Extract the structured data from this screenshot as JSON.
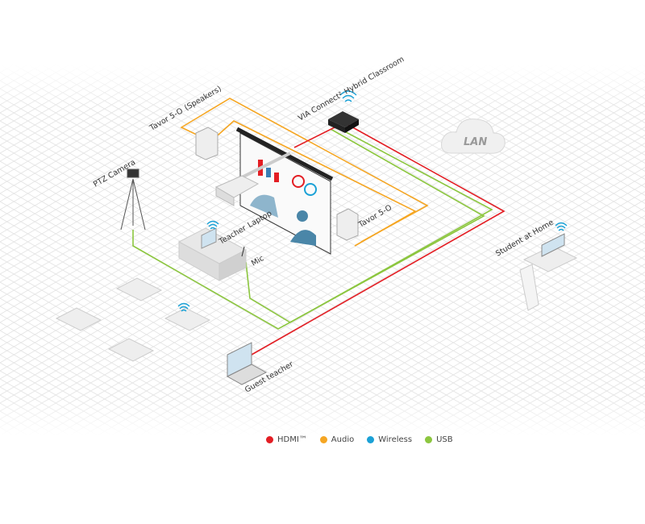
{
  "labels": {
    "via": [
      "VIA Connect²",
      "Hybrid Classroom"
    ],
    "speakers_left": [
      "Tavor 5-O",
      "(Speakers)"
    ],
    "speaker_right": "Tavor 5-O",
    "camera": "PTZ Camera",
    "teacher_laptop": [
      "Teacher",
      "Laptop"
    ],
    "mic": "Mic",
    "lan": "LAN",
    "student": "Student at Home",
    "guest": "Guest teacher"
  },
  "legend": [
    {
      "label": "HDMI™",
      "color": "#e31e24"
    },
    {
      "label": "Audio",
      "color": "#f5a623"
    },
    {
      "label": "Wireless",
      "color": "#1ba1d6"
    },
    {
      "label": "USB",
      "color": "#8cc63f"
    }
  ]
}
